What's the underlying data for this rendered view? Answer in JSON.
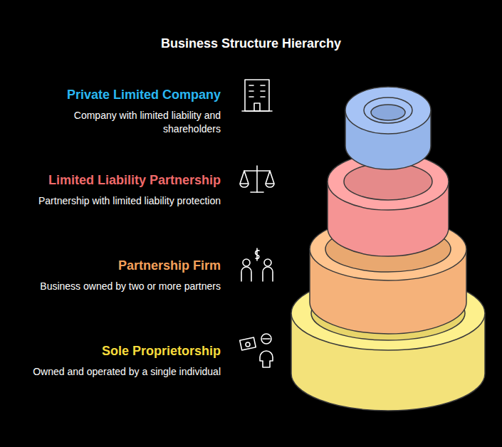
{
  "diagram": {
    "title": "Business Structure Hierarchy",
    "nodes": [
      {
        "text": [
          "Private Limited Company",
          "Company with limited liability and shareholders"
        ]
      },
      {
        "text": [
          "Limited Liability Partnership",
          "Partnership with limited liability protection"
        ]
      },
      {
        "text": [
          "Partnership Firm",
          "Business owned by two or more partners"
        ]
      },
      {
        "text": [
          "Sole Proprietorship",
          "Owned and operated by a single individual"
        ]
      }
    ]
  }
}
